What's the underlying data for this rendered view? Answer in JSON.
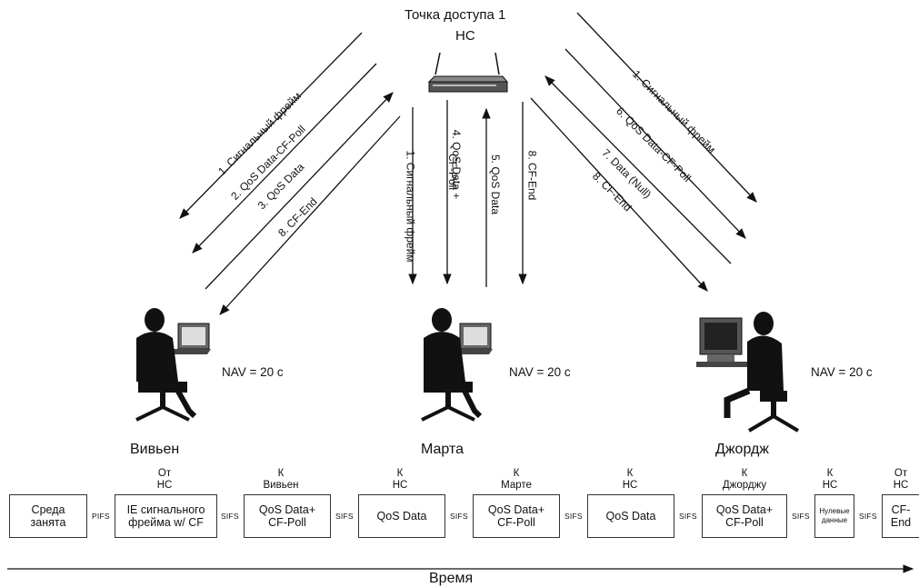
{
  "ap": {
    "title_line1": "Точка доступа 1",
    "title_line2": "НС"
  },
  "arrows": {
    "left": [
      "1. Сигнальный фрейм",
      "2. QoS Data-CF-Poll",
      "3. QoS Data",
      "8. CF-End"
    ],
    "center": [
      "1. Сигнальный фрейм",
      "4. QoS Data +",
      "CF-Poll",
      "5. QoS Data",
      "8. CF-End"
    ],
    "right": [
      "1. Сигнальный фрейм",
      "6. QoS Data-CF-Poll",
      "7. Data (Null)",
      "8. CF-End"
    ]
  },
  "stations": [
    {
      "name": "Вивьен",
      "nav": "NAV = 20 c"
    },
    {
      "name": "Марта",
      "nav": "NAV = 20 c"
    },
    {
      "name": "Джордж",
      "nav": "NAV = 20 c"
    }
  ],
  "timeline": {
    "headers": [
      {
        "dir": "От",
        "dest": "НС"
      },
      {
        "dir": "К",
        "dest": "Вивьен"
      },
      {
        "dir": "К",
        "dest": "НС"
      },
      {
        "dir": "К",
        "dest": "Марте"
      },
      {
        "dir": "К",
        "dest": "НС"
      },
      {
        "dir": "К",
        "dest": "Джорджу"
      },
      {
        "dir": "К",
        "dest": "НС"
      },
      {
        "dir": "От",
        "dest": "НС"
      }
    ],
    "frames": [
      {
        "l1": "Среда",
        "l2": "занята"
      },
      {
        "l1": "IE сигнального",
        "l2": "фрейма w/ CF"
      },
      {
        "l1": "QoS Data+",
        "l2": "CF-Poll"
      },
      {
        "l1": "QoS Data",
        "l2": ""
      },
      {
        "l1": "QoS Data+",
        "l2": "CF-Poll"
      },
      {
        "l1": "QoS Data",
        "l2": ""
      },
      {
        "l1": "QoS Data+",
        "l2": "CF-Poll"
      },
      {
        "l1": "Нулевые",
        "l2": "данные"
      },
      {
        "l1": "CF-",
        "l2": "End"
      }
    ],
    "gaps": [
      "PIFS",
      "SIFS",
      "SIFS",
      "SIFS",
      "SIFS",
      "SIFS",
      "SIFS",
      "SIFS"
    ],
    "axis_label": "Время"
  }
}
